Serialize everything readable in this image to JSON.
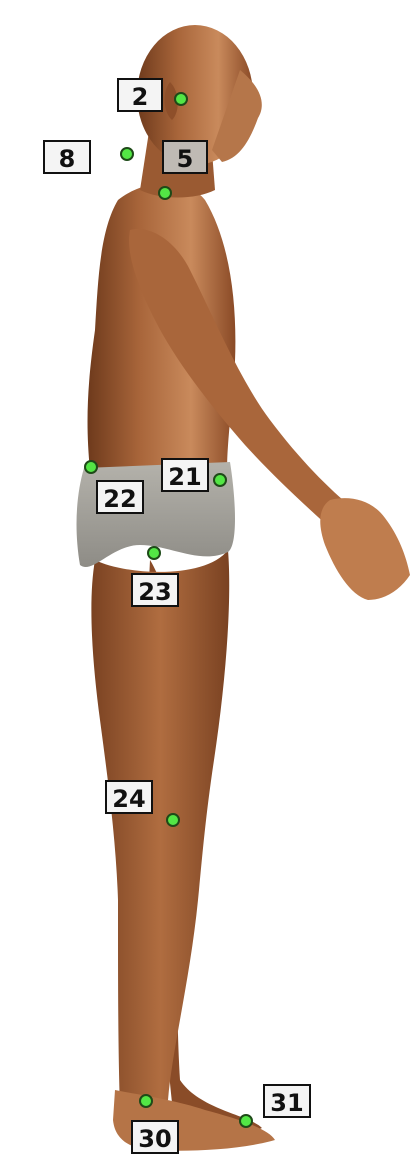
{
  "figure": {
    "view": "left-side profile of a standing male figure",
    "colors": {
      "skin_light": "#c98a5c",
      "skin_mid": "#a8653a",
      "skin_dark": "#6e3a1c",
      "briefs": "#b4b2ab",
      "briefs_shadow": "#8e8c86",
      "marker_fill": "#53e645",
      "marker_outline": "#1e4a18",
      "label_border": "#111111",
      "label_background": "#f4f4f4",
      "label_background_shaded": "#bfbab4"
    }
  },
  "landmarks": [
    {
      "number": "2"
    },
    {
      "number": "8"
    },
    {
      "number": "5"
    },
    {
      "number": "21"
    },
    {
      "number": "22"
    },
    {
      "number": "23"
    },
    {
      "number": "24"
    },
    {
      "number": "30"
    },
    {
      "number": "31"
    }
  ]
}
